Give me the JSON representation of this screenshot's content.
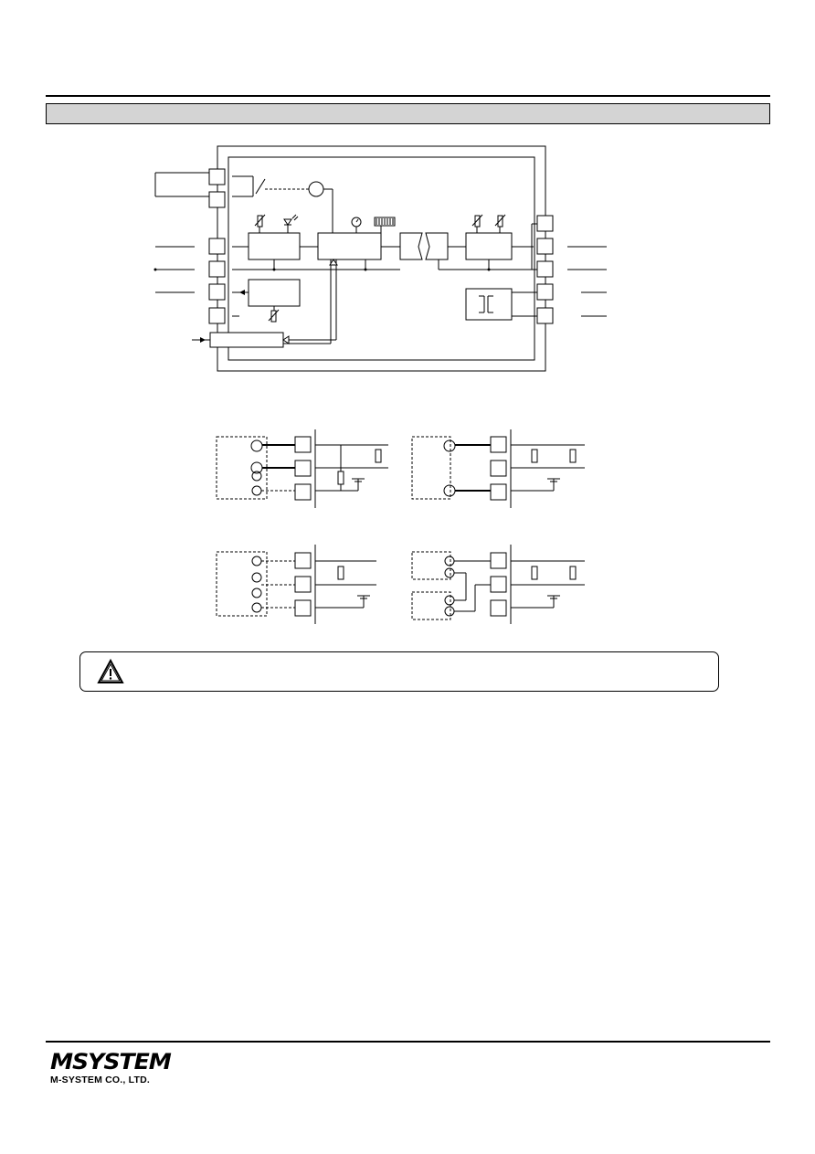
{
  "header": {
    "section_title": ""
  },
  "block_diagram": {
    "name": "block-diagram",
    "icons": [
      "potentiometer-icon",
      "led-icon",
      "rotary-switch-icon",
      "dip-switch-icon",
      "isolation-barrier-icon",
      "transformer-icon"
    ]
  },
  "connection_examples": [
    {
      "name": "connection-example-1"
    },
    {
      "name": "connection-example-2"
    },
    {
      "name": "connection-example-3"
    },
    {
      "name": "connection-example-4"
    }
  ],
  "warning": {
    "icon": "warning-triangle-icon",
    "text": ""
  },
  "footer": {
    "logo_mark": "MSYSTEM",
    "company": "M-SYSTEM CO., LTD."
  }
}
